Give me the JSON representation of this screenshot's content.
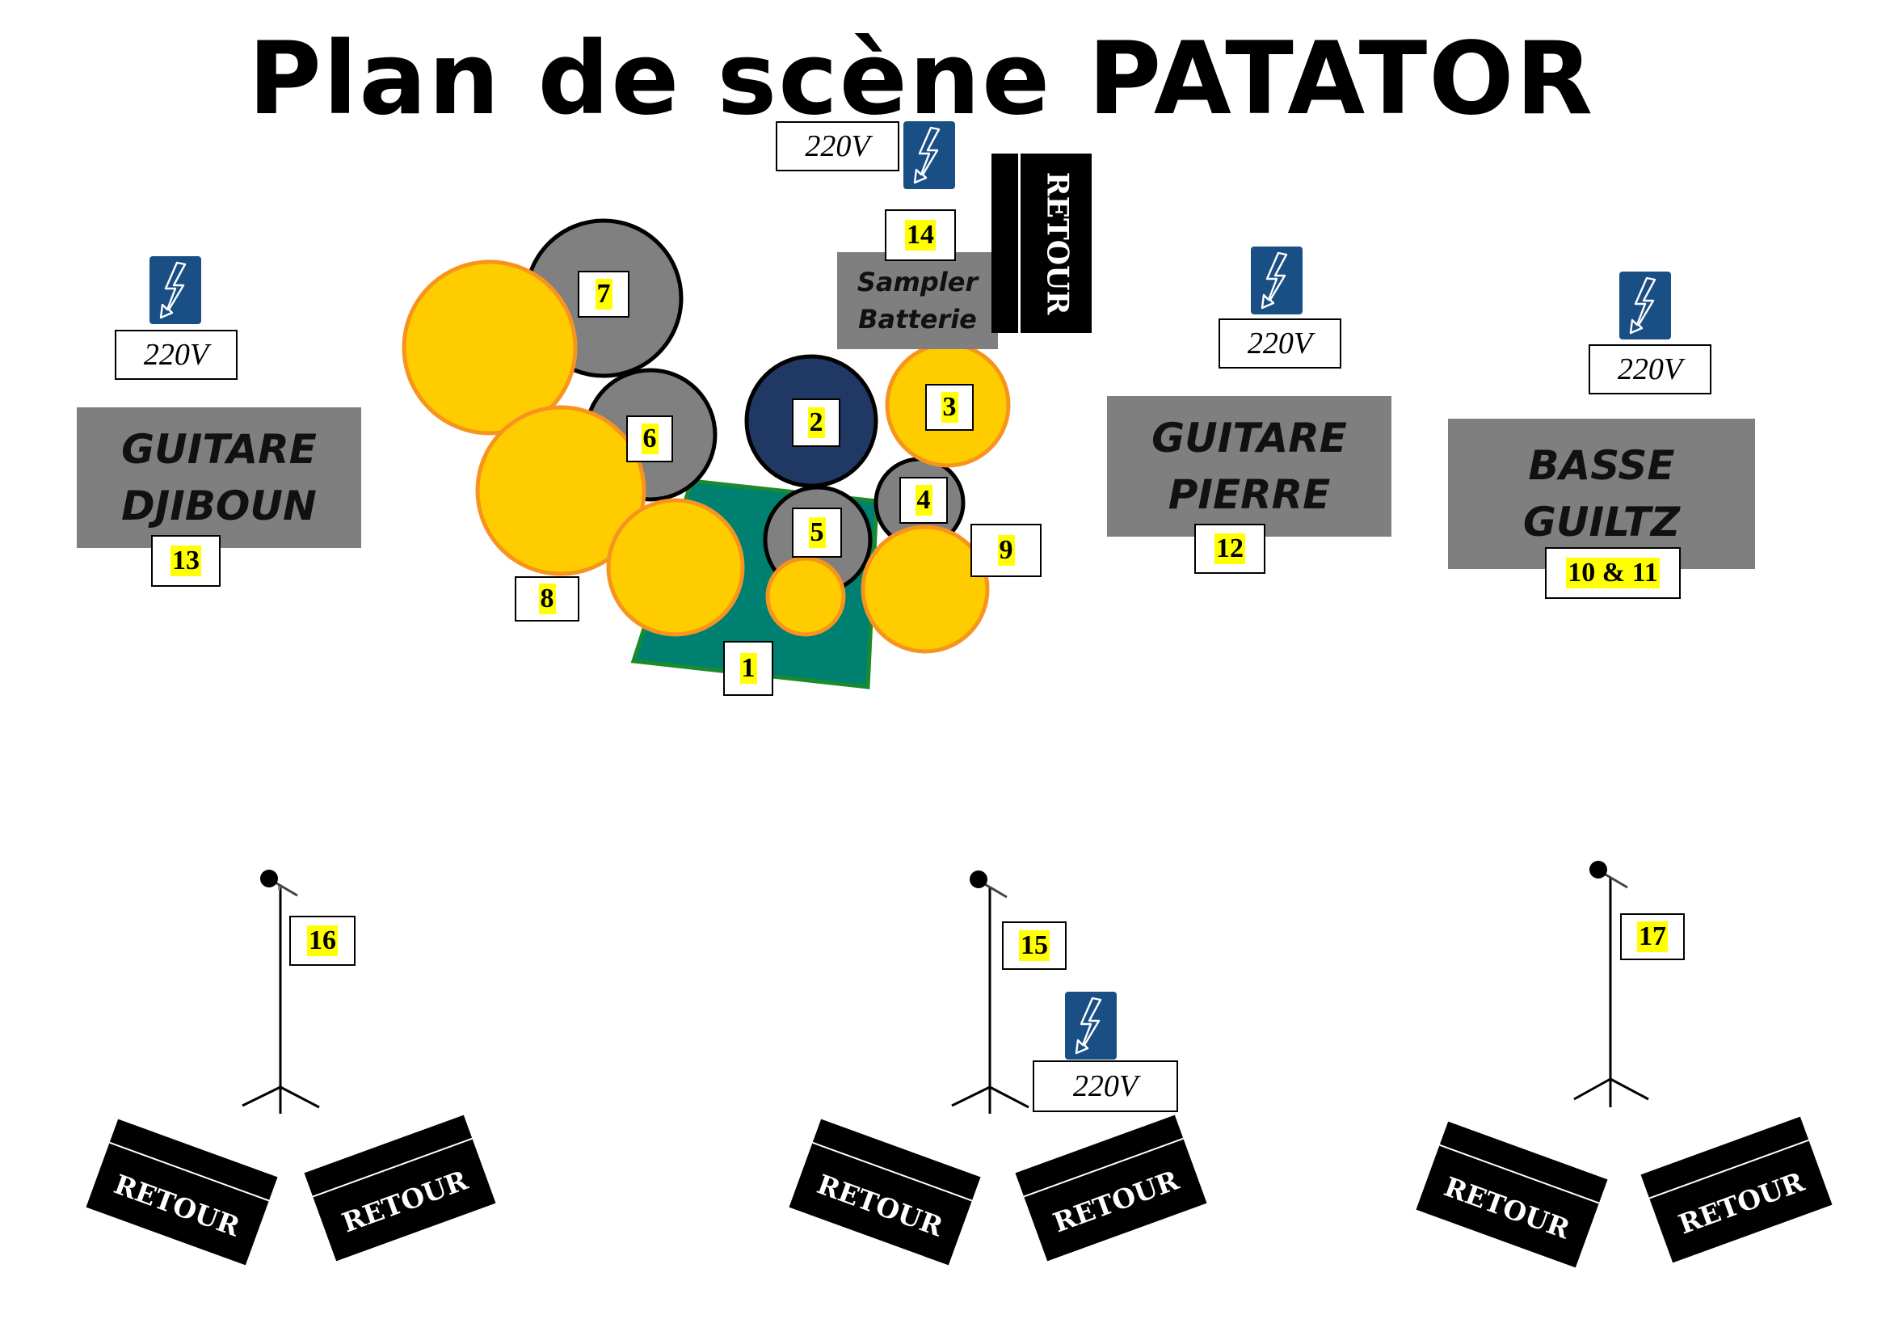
{
  "title": "Plan de scène PATATOR",
  "amps": {
    "guitare_djiboun": [
      "GUITARE",
      "DJIBOUN"
    ],
    "guitare_pierre": [
      "GUITARE",
      "PIERRE"
    ],
    "basse_guiltz": [
      "BASSE",
      "GUILTZ"
    ]
  },
  "sampler": [
    "Sampler",
    "Batterie"
  ],
  "retour_label": "RETOUR",
  "voltage_label": "220V",
  "icons": {
    "power": "power-outlet-icon",
    "microphone": "microphone-stand-icon"
  },
  "labels": {
    "l1": "1",
    "l2": "2",
    "l3": "3",
    "l4": "4",
    "l5": "5",
    "l6": "6",
    "l7": "7",
    "l8": "8",
    "l9": "9",
    "l10_11": "10 & 11",
    "l12": "12",
    "l13": "13",
    "l14": "14",
    "l15": "15",
    "l16": "16",
    "l17": "17"
  },
  "colors": {
    "amp_grey": "#7f7f7f",
    "cymbal_fill": "#ffcc00",
    "cymbal_stroke": "#f7941d",
    "tom_grey": "#808080",
    "snare_navy": "#1f3864",
    "drum_rug": "#008070",
    "rug_border": "#1a8a2e",
    "power_blue": "#1a4f86",
    "label_highlight": "#ffff00"
  }
}
